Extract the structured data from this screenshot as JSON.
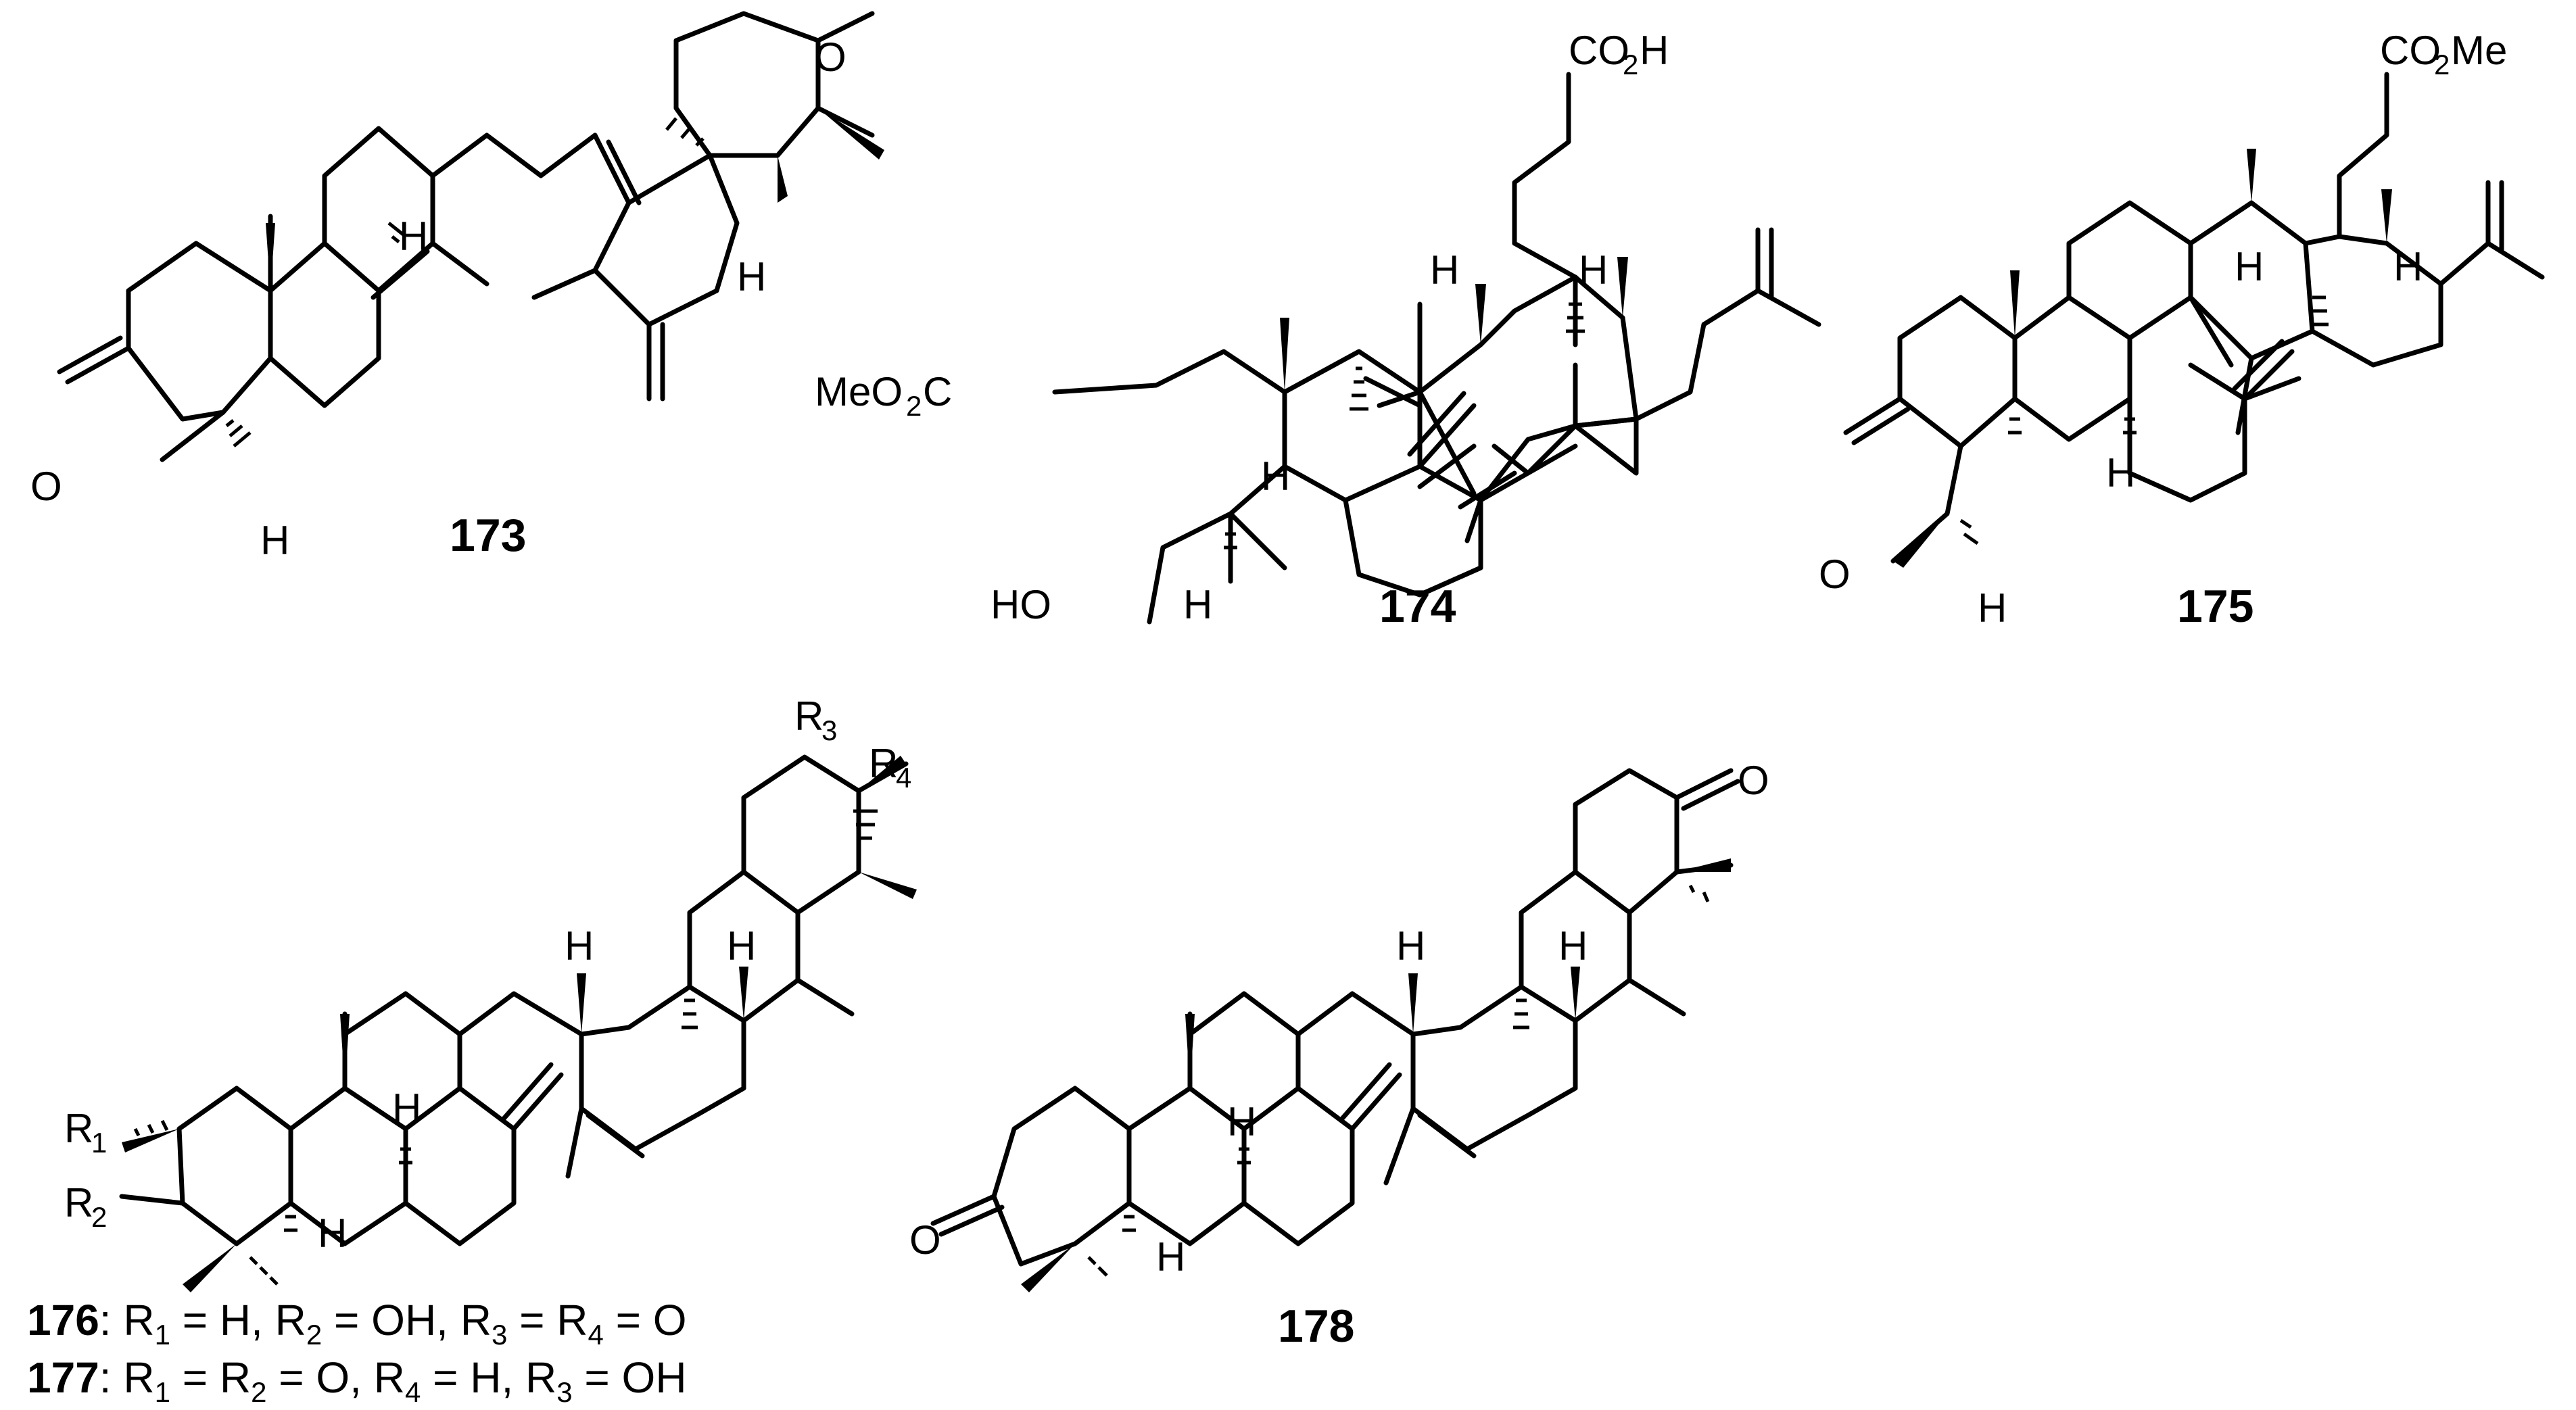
{
  "figure": {
    "compounds": [
      {
        "id": "173",
        "label": "173",
        "atoms": [
          "O",
          "H",
          "H",
          "H",
          "O"
        ]
      },
      {
        "id": "174",
        "label": "174",
        "atoms": [
          "CO",
          "2",
          "H",
          "MeO",
          "2",
          "C",
          "HO",
          "H",
          "H",
          "H",
          "H"
        ]
      },
      {
        "id": "175",
        "label": "175",
        "atoms": [
          "CO",
          "2",
          "Me",
          "O",
          "H",
          "H",
          "H",
          "H"
        ]
      },
      {
        "id": "176_177",
        "atoms": [
          "R",
          "3",
          "R",
          "4",
          "R",
          "1",
          "R",
          "2",
          "H",
          "H",
          "H",
          "H"
        ]
      },
      {
        "id": "178",
        "label": "178",
        "atoms": [
          "O",
          "O",
          "H",
          "H",
          "H",
          "H"
        ]
      }
    ],
    "captions": [
      {
        "number": "176",
        "segments": [
          ": R",
          "1",
          " = H, R",
          "2",
          " = OH, R",
          "3",
          " = R",
          "4",
          " =  O"
        ]
      },
      {
        "number": "177",
        "segments": [
          ": R",
          "1",
          " = R",
          "2",
          " =  O, R",
          "4",
          " = H, R",
          "3",
          " = OH"
        ]
      }
    ]
  }
}
